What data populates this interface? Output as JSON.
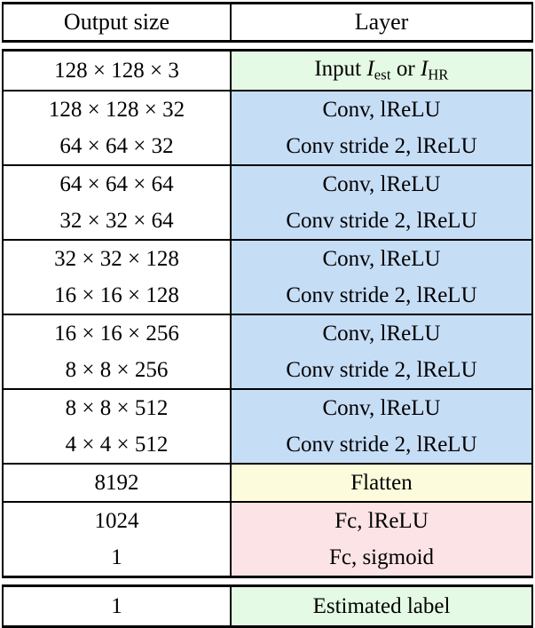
{
  "table": {
    "headers": {
      "output_size": "Output size",
      "layer": "Layer"
    },
    "rows": [
      {
        "group": 0,
        "output_size": "128 × 128 × 3",
        "layer_plain": "Input I_est or I_HR",
        "layer_prefix": "Input ",
        "layer_var1": "I",
        "layer_sub1": "est",
        "layer_mid": " or ",
        "layer_var2": "I",
        "layer_sub2": "HR",
        "fill": "green",
        "fill_hex": "#e4fae4"
      },
      {
        "group": 1,
        "output_size": "128 × 128 × 32",
        "layer_plain": "Conv, lReLU",
        "fill": "blue",
        "fill_hex": "#c6ddf6"
      },
      {
        "group": 1,
        "output_size": "64 × 64 × 32",
        "layer_plain": "Conv stride 2, lReLU",
        "fill": "blue",
        "fill_hex": "#c6ddf6"
      },
      {
        "group": 2,
        "output_size": "64 × 64 × 64",
        "layer_plain": "Conv, lReLU",
        "fill": "blue",
        "fill_hex": "#c6ddf6"
      },
      {
        "group": 2,
        "output_size": "32 × 32 × 64",
        "layer_plain": "Conv stride 2, lReLU",
        "fill": "blue",
        "fill_hex": "#c6ddf6"
      },
      {
        "group": 3,
        "output_size": "32 × 32 × 128",
        "layer_plain": "Conv, lReLU",
        "fill": "blue",
        "fill_hex": "#c6ddf6"
      },
      {
        "group": 3,
        "output_size": "16 × 16 × 128",
        "layer_plain": "Conv stride 2, lReLU",
        "fill": "blue",
        "fill_hex": "#c6ddf6"
      },
      {
        "group": 4,
        "output_size": "16 × 16 × 256",
        "layer_plain": "Conv, lReLU",
        "fill": "blue",
        "fill_hex": "#c6ddf6"
      },
      {
        "group": 4,
        "output_size": "8 × 8 × 256",
        "layer_plain": "Conv stride 2, lReLU",
        "fill": "blue",
        "fill_hex": "#c6ddf6"
      },
      {
        "group": 5,
        "output_size": "8 × 8 × 512",
        "layer_plain": "Conv, lReLU",
        "fill": "blue",
        "fill_hex": "#c6ddf6"
      },
      {
        "group": 5,
        "output_size": "4 × 4 × 512",
        "layer_plain": "Conv stride 2, lReLU",
        "fill": "blue",
        "fill_hex": "#c6ddf6"
      },
      {
        "group": 6,
        "output_size": "8192",
        "layer_plain": "Flatten",
        "fill": "yellow",
        "fill_hex": "#fcfcdc"
      },
      {
        "group": 7,
        "output_size": "1024",
        "layer_plain": "Fc, lReLU",
        "fill": "pink",
        "fill_hex": "#fce3e6"
      },
      {
        "group": 7,
        "output_size": "1",
        "layer_plain": "Fc, sigmoid",
        "fill": "pink",
        "fill_hex": "#fce3e6"
      },
      {
        "group": 8,
        "output_size": "1",
        "layer_plain": "Estimated label",
        "fill": "green",
        "fill_hex": "#e4fae4"
      }
    ]
  }
}
